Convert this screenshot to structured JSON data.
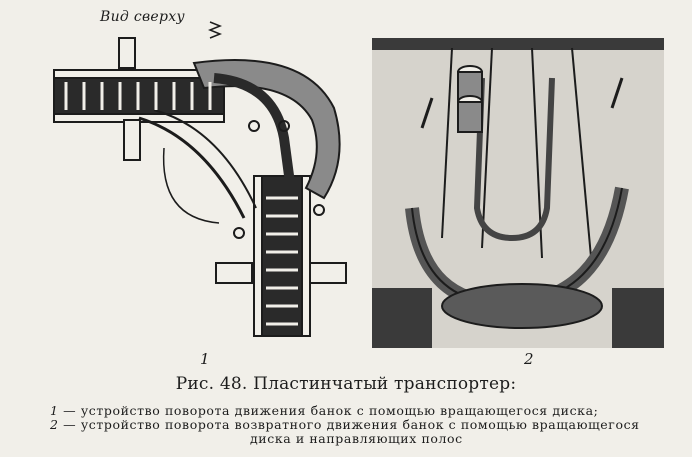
{
  "figure": {
    "view_label": "Вид сверху",
    "part1_number": "1",
    "part2_number": "2",
    "caption": "Рис. 48. Пластинчатый транспортер:",
    "legend": [
      {
        "marker": "1",
        "text": "— устройство поворота движения банок с помощью вращающегося диска;"
      },
      {
        "marker": "2",
        "text": "— устройство поворота возвратного движения банок с помощью вращающегося"
      },
      {
        "marker": "",
        "text": "диска и направляющих полос"
      }
    ]
  }
}
